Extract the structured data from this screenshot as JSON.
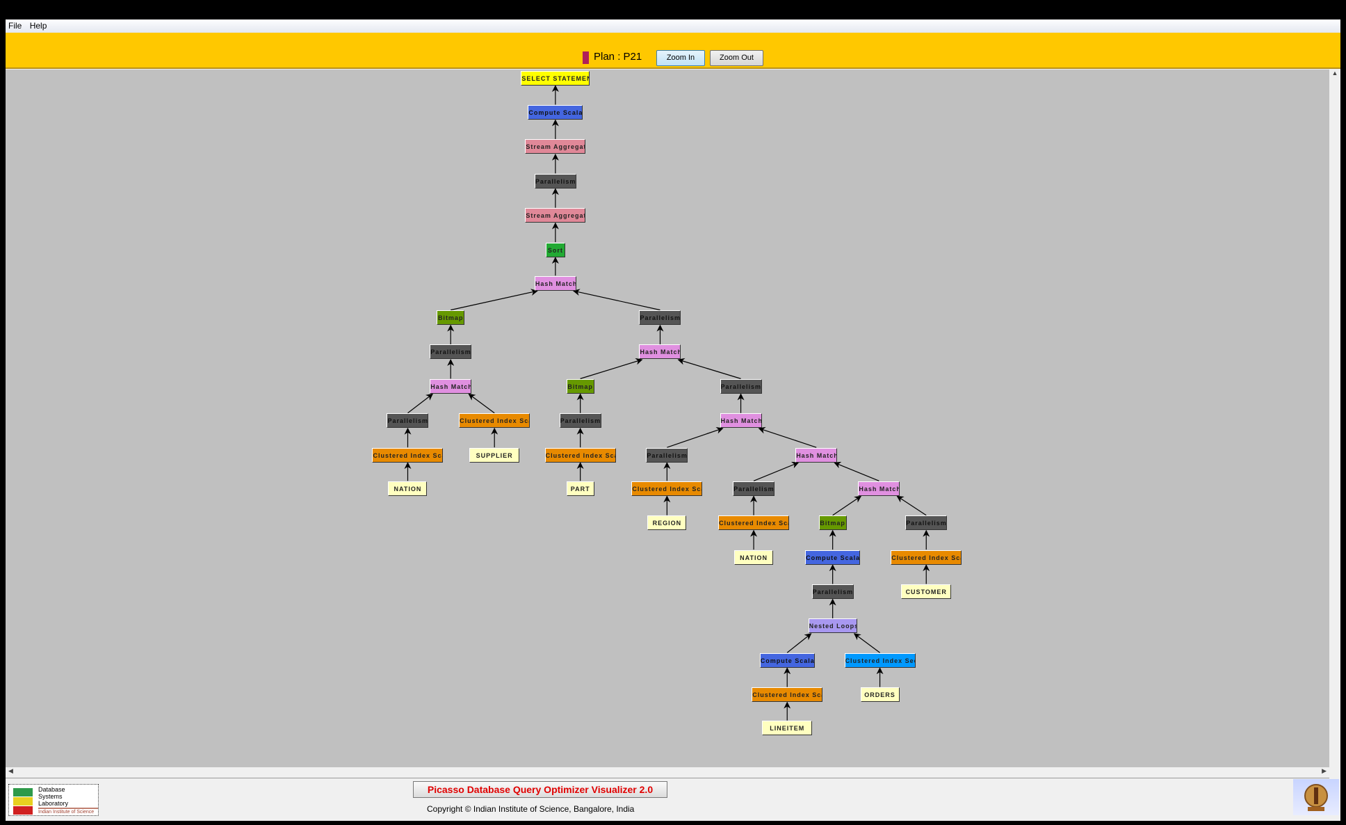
{
  "menu": [
    "File",
    "Help"
  ],
  "toolbar": {
    "plan_label": "Plan : P21",
    "plan_color": "#b0205a",
    "zoom_in": "Zoom In",
    "zoom_out": "Zoom Out"
  },
  "footer": {
    "title": "Picasso Database Query Optimizer Visualizer 2.0",
    "copyright": "Copyright © Indian Institute of Science, Bangalore, India",
    "logo_text": [
      "Database",
      "Systems",
      "Laboratory"
    ],
    "logo_sub": "Indian Institute of Science"
  },
  "node_colors": {
    "select": "#ffff00",
    "compute": "#4466e0",
    "stream": "#e08898",
    "parallel": "#555555",
    "sort": "#22aa33",
    "hash": "#e090e0",
    "bitmap": "#669900",
    "scan": "#e88a00",
    "table": "#ffffc0",
    "nested": "#a898f0",
    "seek": "#0099ff"
  },
  "plan_tree": [
    {
      "label": "SELECT STATEMENT",
      "type": "select",
      "parent": null
    },
    {
      "label": "Compute Scalar",
      "type": "compute",
      "parent": 0
    },
    {
      "label": "Stream Aggregate",
      "type": "stream",
      "parent": 1
    },
    {
      "label": "Parallelism",
      "type": "parallel",
      "parent": 2
    },
    {
      "label": "Stream Aggregate",
      "type": "stream",
      "parent": 3
    },
    {
      "label": "Sort",
      "type": "sort",
      "parent": 4
    },
    {
      "label": "Hash Match",
      "type": "hash",
      "parent": 5
    },
    {
      "label": "Bitmap",
      "type": "bitmap",
      "parent": 6
    },
    {
      "label": "Parallelism",
      "type": "parallel",
      "parent": 7
    },
    {
      "label": "Hash Match",
      "type": "hash",
      "parent": 8
    },
    {
      "label": "Parallelism",
      "type": "parallel",
      "parent": 9
    },
    {
      "label": "Clustered Index Scan",
      "type": "scan",
      "parent": 10
    },
    {
      "label": "NATION",
      "type": "table",
      "parent": 11
    },
    {
      "label": "Clustered Index Scan",
      "type": "scan",
      "parent": 9
    },
    {
      "label": "SUPPLIER",
      "type": "table",
      "parent": 13
    },
    {
      "label": "Parallelism",
      "type": "parallel",
      "parent": 6
    },
    {
      "label": "Hash Match",
      "type": "hash",
      "parent": 15
    },
    {
      "label": "Bitmap",
      "type": "bitmap",
      "parent": 16
    },
    {
      "label": "Parallelism",
      "type": "parallel",
      "parent": 17
    },
    {
      "label": "Clustered Index Scan",
      "type": "scan",
      "parent": 18
    },
    {
      "label": "PART",
      "type": "table",
      "parent": 19
    },
    {
      "label": "Parallelism",
      "type": "parallel",
      "parent": 16
    },
    {
      "label": "Hash Match",
      "type": "hash",
      "parent": 21
    },
    {
      "label": "Parallelism",
      "type": "parallel",
      "parent": 22
    },
    {
      "label": "Clustered Index Scan",
      "type": "scan",
      "parent": 23
    },
    {
      "label": "REGION",
      "type": "table",
      "parent": 24
    },
    {
      "label": "Hash Match",
      "type": "hash",
      "parent": 22
    },
    {
      "label": "Parallelism",
      "type": "parallel",
      "parent": 26
    },
    {
      "label": "Clustered Index Scan",
      "type": "scan",
      "parent": 27
    },
    {
      "label": "NATION",
      "type": "table",
      "parent": 28
    },
    {
      "label": "Hash Match",
      "type": "hash",
      "parent": 26
    },
    {
      "label": "Bitmap",
      "type": "bitmap",
      "parent": 30
    },
    {
      "label": "Compute Scalar",
      "type": "compute",
      "parent": 31
    },
    {
      "label": "Parallelism",
      "type": "parallel",
      "parent": 32
    },
    {
      "label": "Nested Loops",
      "type": "nested",
      "parent": 33
    },
    {
      "label": "Compute Scalar",
      "type": "compute",
      "parent": 34
    },
    {
      "label": "Clustered Index Scan",
      "type": "scan",
      "parent": 35
    },
    {
      "label": "LINEITEM",
      "type": "table",
      "parent": 36
    },
    {
      "label": "Clustered Index Seek",
      "type": "seek",
      "parent": 34
    },
    {
      "label": "ORDERS",
      "type": "table",
      "parent": 38
    },
    {
      "label": "Parallelism",
      "type": "parallel",
      "parent": 30
    },
    {
      "label": "Clustered Index Scan",
      "type": "scan",
      "parent": 40
    },
    {
      "label": "CUSTOMER",
      "type": "table",
      "parent": 41
    }
  ]
}
